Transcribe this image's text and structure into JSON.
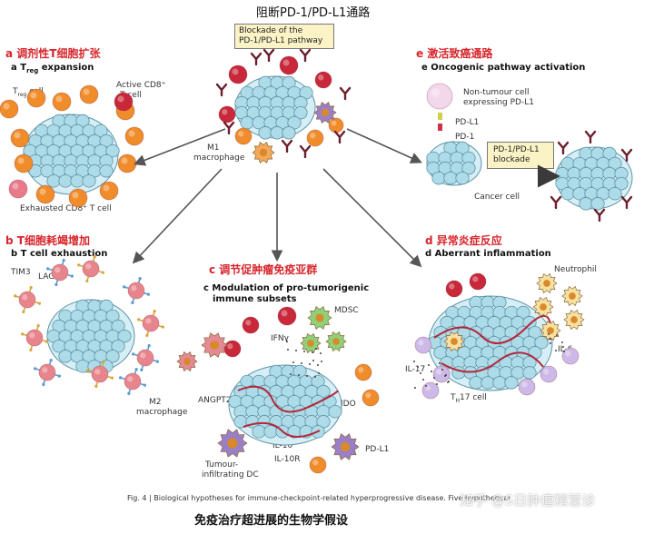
{
  "title": "阻断PD-1/PD-L1通路",
  "center_box": [
    "Blockade of the",
    "PD-1/PD-L1 pathway"
  ],
  "m1_label": [
    "M1",
    "macrophage"
  ],
  "a": {
    "zh": "a  调剂性T细胞扩张",
    "en_prefix": "a  T",
    "en_sub": "reg",
    "en_suffix": " expansion",
    "treg_main": "T",
    "treg_sub": "reg",
    "treg_suffix": " cell",
    "cd8": [
      "Active CD8⁺",
      "T cell"
    ],
    "exhausted": "Exhausted CD8⁺ T cell"
  },
  "b": {
    "zh": "b  T细胞耗竭增加",
    "en": "b  T cell exhaustion",
    "tim3": "TIM3",
    "lag3": "LAG3"
  },
  "c": {
    "zh": "c  调节促肿瘤免疫亚群",
    "en": [
      "c  Modulation of pro-tumorigenic",
      "immune subsets"
    ],
    "mdsc": "MDSC",
    "ifng": "IFNγ",
    "ido": "IDO",
    "m2": [
      "M2",
      "macrophage"
    ],
    "angpt2": "ANGPT2",
    "il10": "IL-10",
    "il10r": "IL-10R",
    "pdl1": "PD-L1",
    "dc": [
      "Tumour-",
      "infiltrating DC"
    ]
  },
  "d": {
    "zh": "d  异常炎症反应",
    "en": "d  Aberrant inflammation",
    "neutrophil": "Neutrophil",
    "il6": "IL-6",
    "il17": "IL-17",
    "th17_main": "T",
    "th17_sub": "H",
    "th17_suffix": "17 cell"
  },
  "e": {
    "zh": "e  激活致癌通路",
    "en": "e  Oncogenic pathway activation",
    "nontumour": [
      "Non-tumour cell",
      "expressing PD-L1"
    ],
    "pdl1": "PD-L1",
    "pd1": "PD-1",
    "cancer": "Cancer cell",
    "blockade": [
      "PD-1/PD-L1",
      "blockade"
    ]
  },
  "caption": "Fig. 4 | Biological hypotheses for immune-checkpoint-related hyperprogressive disease. Five hypothetical",
  "subtitle_zh": "免疫治疗超进展的生物学假设",
  "watermark": "知乎 @S日肿瘤精慧诊",
  "colors": {
    "tumour": "#aedbe8",
    "tumour_stroke": "#5f95a8",
    "red_cell": "#c8283a",
    "orange_cell": "#f08c2a",
    "section_zh": "#d6262c",
    "box_fill": "#fbf3c6"
  }
}
